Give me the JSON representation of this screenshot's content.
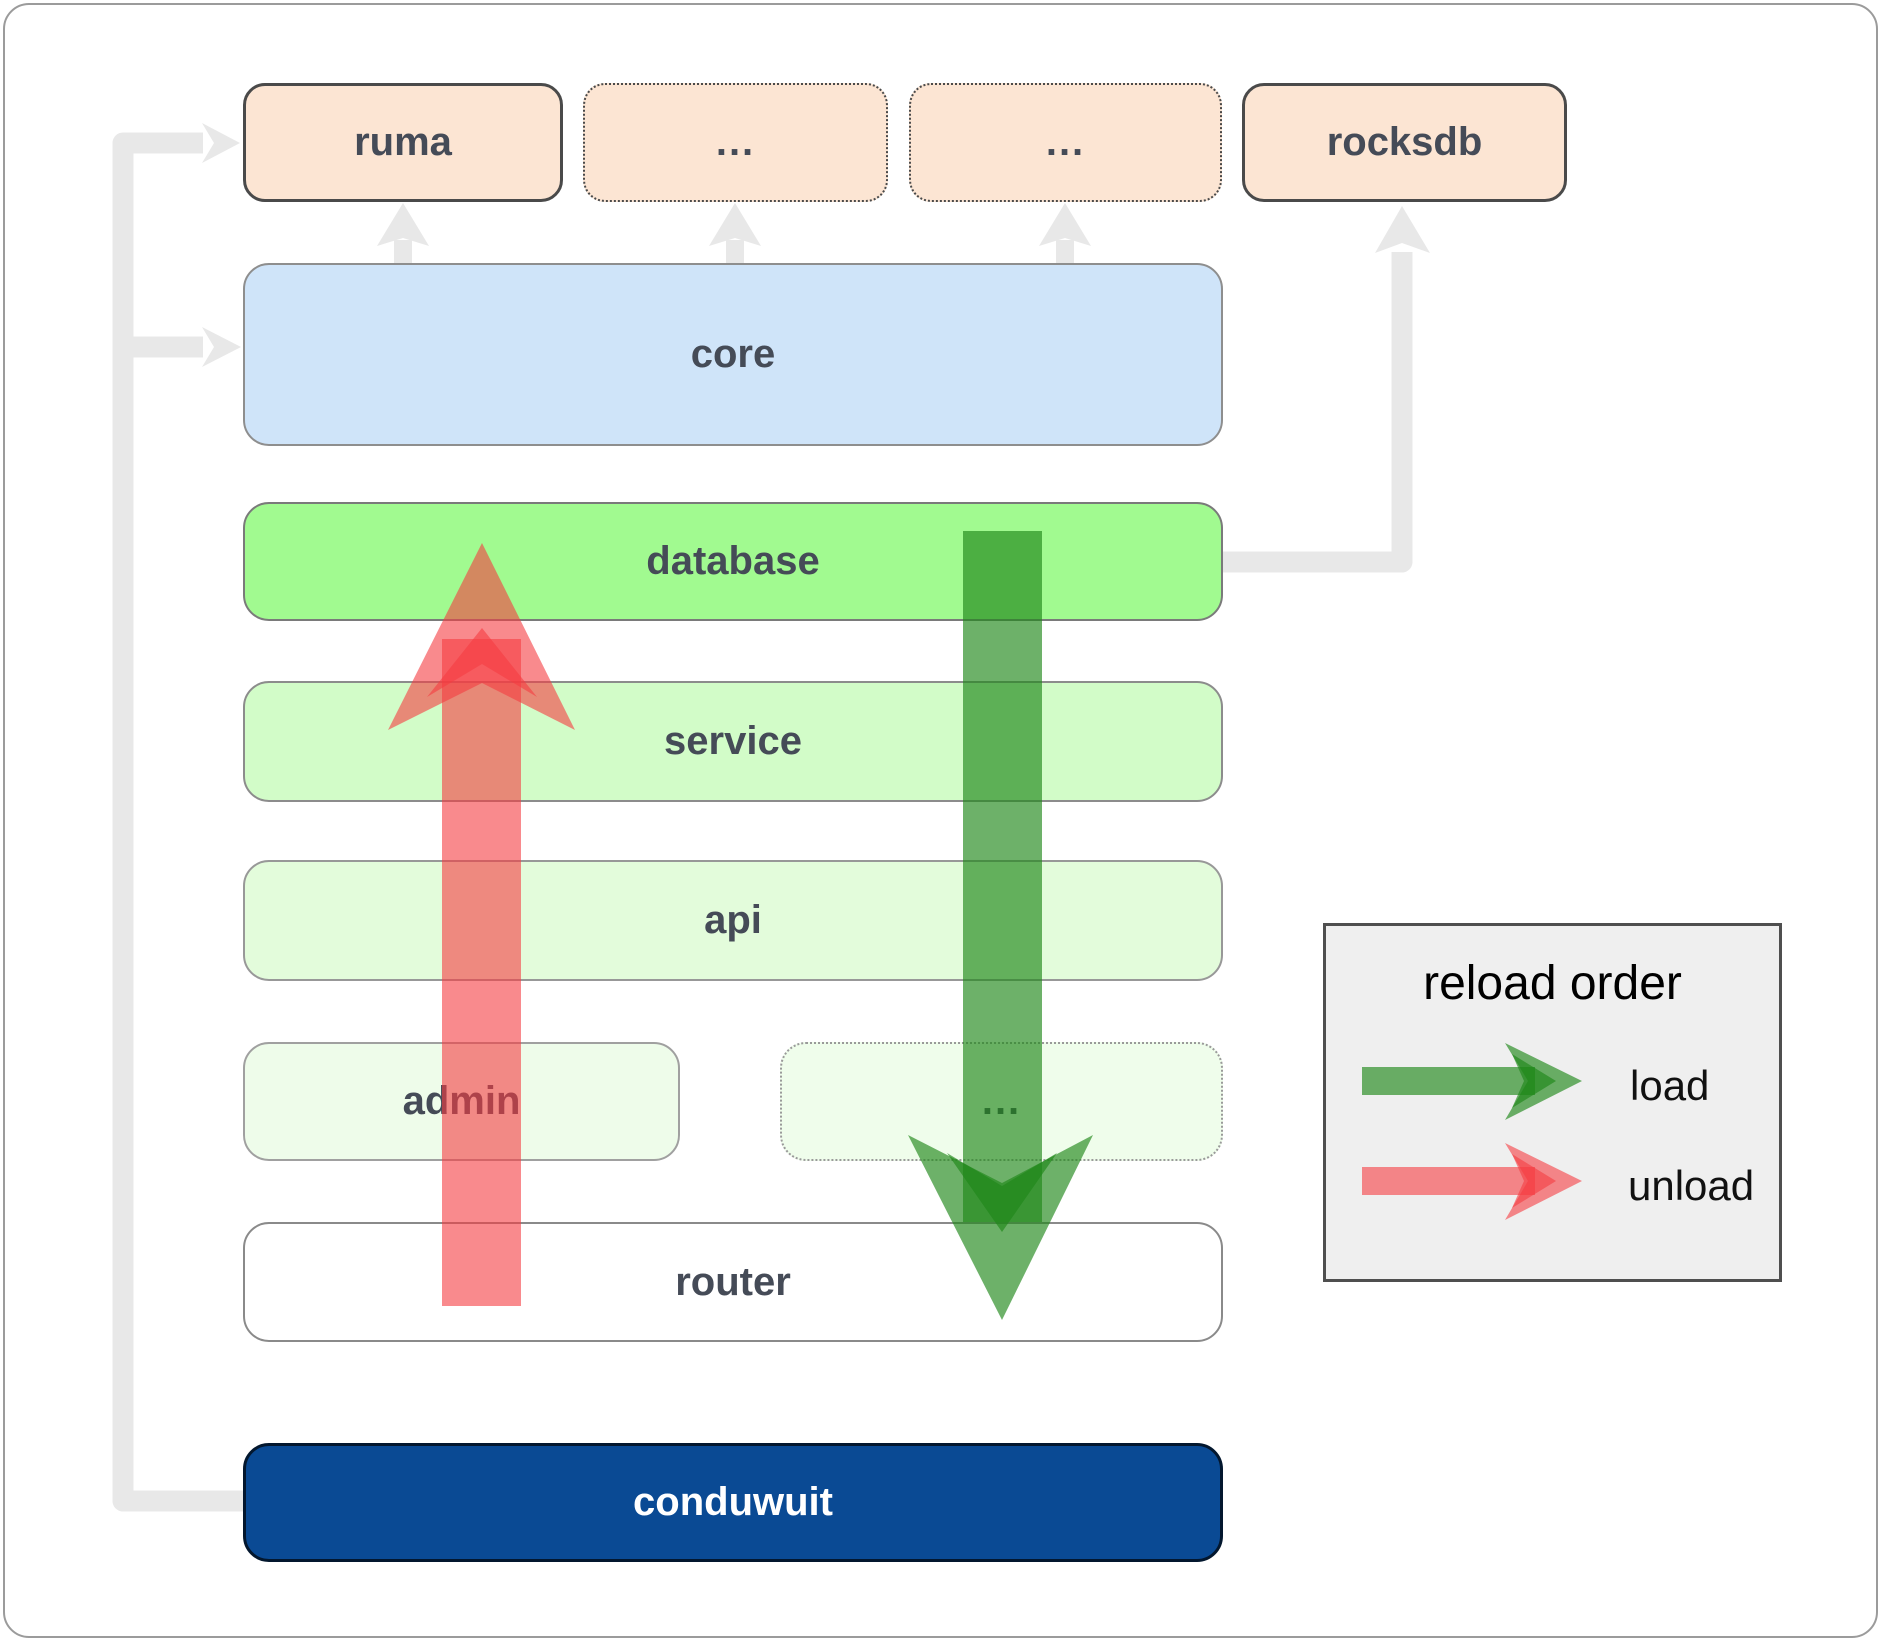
{
  "diagram": {
    "top_row": {
      "ruma": "ruma",
      "ellipsis1": "...",
      "ellipsis2": "...",
      "rocksdb": "rocksdb"
    },
    "layers": {
      "core": "core",
      "database": "database",
      "service": "service",
      "api": "api",
      "admin": "admin",
      "ellipsis3": "...",
      "router": "router",
      "conduwuit": "conduwuit"
    }
  },
  "legend": {
    "title": "reload order",
    "load_label": "load",
    "unload_label": "unload"
  },
  "colors": {
    "crate_peach": "#fce5d3",
    "core_blue": "#cfe4f9",
    "database_green": "#a1fa90",
    "service_green": "#d2fcc8",
    "api_green": "#e3fcdb",
    "admin_green": "#eefcea",
    "conduwuit_blue": "#0a4a94",
    "load_arrow_green": "rgba(30,135,25,0.65)",
    "unload_arrow_red": "rgba(245,60,65,0.6)",
    "connector_gray": "#e8e8e8",
    "legend_background": "#efefef"
  }
}
